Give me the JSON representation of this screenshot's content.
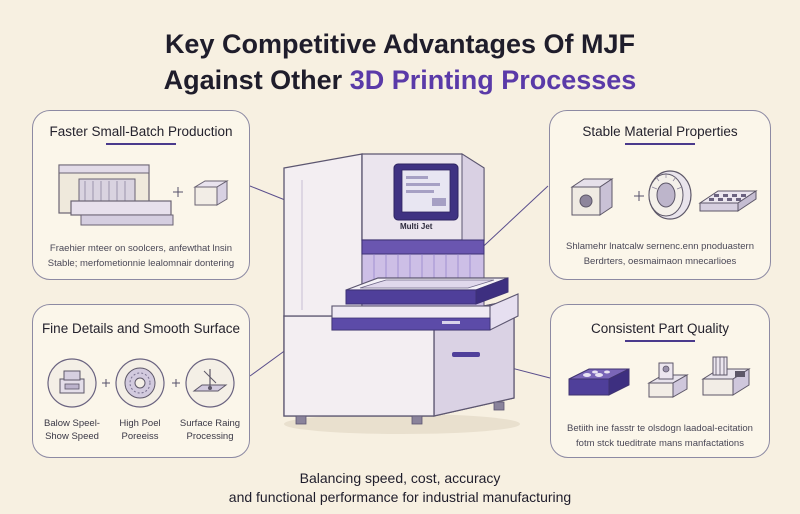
{
  "title": {
    "line1": "Key Competitive Advantages Of MJF",
    "line2_prefix": "Against Other ",
    "line2_accent": "3D Printing Processes"
  },
  "panels": {
    "top_left": {
      "title": "Faster Small-Batch Production",
      "desc_line1": "Fraehier mteer on soolcers, anfewthat lnsin",
      "desc_line2": "Stable; merfometionnie lealomnair dontering"
    },
    "top_right": {
      "title": "Stable Material Properties",
      "desc_line1": "Shlamehr lnatcalw sernenc.enn pnoduastern",
      "desc_line2": "Berdrters, oesmaimaon mnecarlioes"
    },
    "bottom_left": {
      "title": "Fine Details and Smooth Surface",
      "items": [
        {
          "line1": "Balow Speel-",
          "line2": "Show Speed"
        },
        {
          "line1": "High Poel",
          "line2": "Poreeiss"
        },
        {
          "line1": "Surface Raing",
          "line2": "Processing"
        }
      ]
    },
    "bottom_right": {
      "title": "Consistent Part Quality",
      "desc_line1": "Betiith ine fasstr te olsdogn laadoal-ecitation",
      "desc_line2": "fotm stck tueditrate mans manfactations"
    }
  },
  "printer": {
    "label": "Multi Jet"
  },
  "footer": {
    "line1": "Balancing speed, cost, accuracy",
    "line2": "and functional performance for industrial manufacturing"
  },
  "colors": {
    "accent": "#5a3aa8",
    "machine_body": "#f1ecf3",
    "machine_purple": "#4f3f9a",
    "panel_border": "#8d8aa3"
  }
}
